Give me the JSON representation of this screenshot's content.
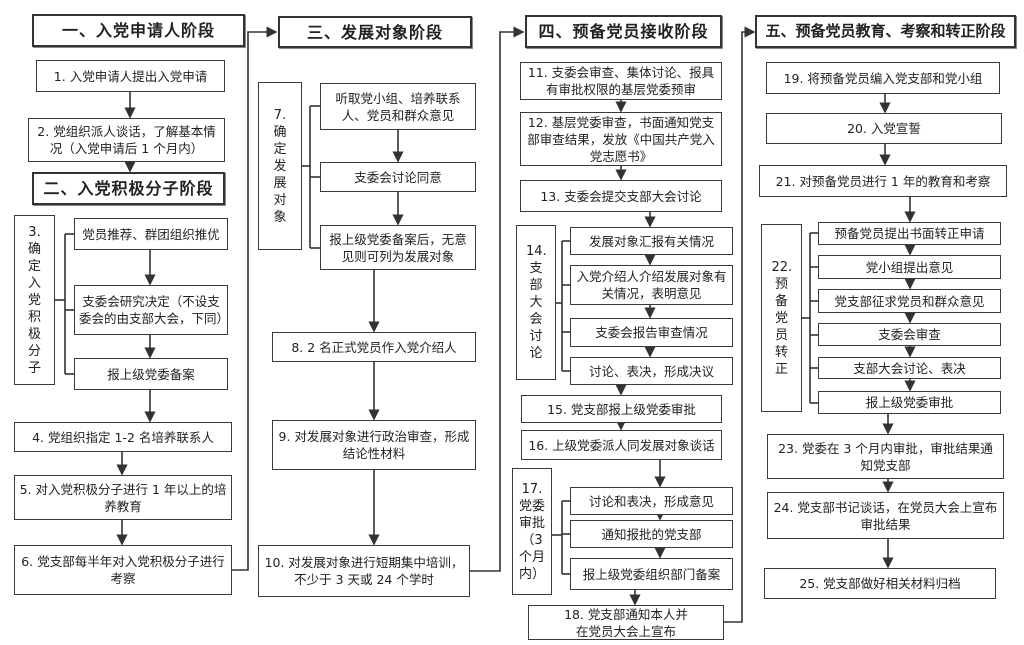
{
  "stage1": {
    "header": "一、入党申请人阶段",
    "step1": "1. 入党申请人提出入党申请",
    "step2": "2. 党组织派人谈话，了解基本情况（入党申请后 1 个月内）"
  },
  "stage2": {
    "header": "二、入党积极分子阶段",
    "step3_label": "3.确定入党积极分子",
    "step3_items": [
      "党员推荐、群团组织推优",
      "支委会研究决定（不设支委会的由支部大会，下同）",
      "报上级党委备案"
    ],
    "step4": "4. 党组织指定 1-2 名培养联系人",
    "step5": "5. 对入党积极分子进行 1 年以上的培养教育",
    "step6": "6. 党支部每半年对入党积极分子进行考察"
  },
  "stage3": {
    "header": "三、发展对象阶段",
    "step7_label": "7.确定发展对象",
    "step7_items": [
      "听取党小组、培养联系人、党员和群众意见",
      "支委会讨论同意",
      "报上级党委备案后，无意见则可列为发展对象"
    ],
    "step8": "8.  2 名正式党员作入党介绍人",
    "step9": "9. 对发展对象进行政治审查，形成结论性材料",
    "step10": "10. 对发展对象进行短期集中培训，不少于 3 天或 24 个学时"
  },
  "stage4": {
    "header": "四、预备党员接收阶段",
    "step11": "11. 支委会审查、集体讨论、报具有审批权限的基层党委预审",
    "step12": "12. 基层党委审查，书面通知党支部审查结果，发放《中国共产党入党志愿书》",
    "step13": "13. 支委会提交支部大会讨论",
    "step14_label": "14.支部大会讨论",
    "step14_items": [
      "发展对象汇报有关情况",
      "入党介绍人介绍发展对象有关情况，表明意见",
      "支委会报告审查情况",
      "讨论、表决，形成决议"
    ],
    "step15": "15. 党支部报上级党委审批",
    "step16": "16. 上级党委派人同发展对象谈话",
    "step17_label": "17.党委审批（3个月内）",
    "step17_items": [
      "讨论和表决，形成意见",
      "通知报批的党支部",
      "报上级党委组织部门备案"
    ],
    "step18": "18. 党支部通知本人并在党员大会上宣布"
  },
  "stage5": {
    "header": "五、预备党员教育、考察和转正阶段",
    "step19": "19. 将预备党员编入党支部和党小组",
    "step20": "20. 入党宣誓",
    "step21": "21. 对预备党员进行 1 年的教育和考察",
    "step22_label": "22.预备党员转正",
    "step22_items": [
      "预备党员提出书面转正申请",
      "党小组提出意见",
      "党支部征求党员和群众意见",
      "支委会审查",
      "支部大会讨论、表决",
      "报上级党委审批"
    ],
    "step23": "23. 党委在 3 个月内审批，审批结果通知党支部",
    "step24": "24. 党支部书记谈话，在党员大会上宣布审批结果",
    "step25": "25. 党支部做好相关材料归档"
  }
}
